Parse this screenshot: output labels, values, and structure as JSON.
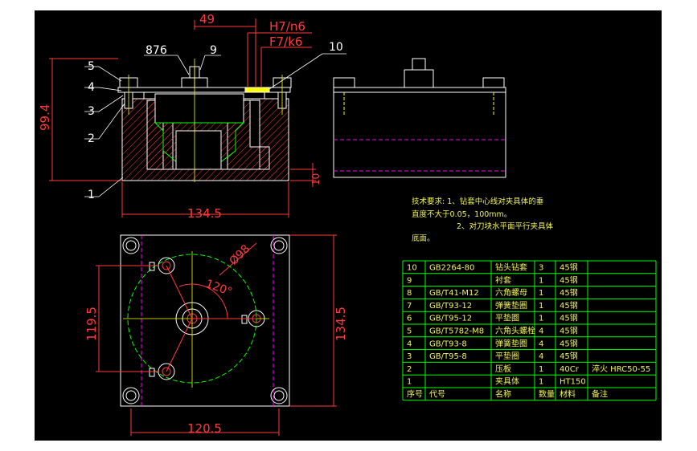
{
  "colors": {
    "background": "#000000",
    "outline": "#ffffff",
    "dimension": "#ff3b3b",
    "hatch": "#ff3b3b",
    "center_line": "#ffff00",
    "hidden_line": "#ff00ff",
    "table_line": "#00ff00",
    "text": "#f2f25a"
  },
  "front_view": {
    "dims": {
      "top_width": "49",
      "fit_1": "H7/n6",
      "fit_2": "F7/k6",
      "height": "99.4",
      "width": "134.5",
      "base": "10"
    },
    "callouts": {
      "c1": "1",
      "c2": "2",
      "c3": "3",
      "c4": "4",
      "c5": "5",
      "c876": "876",
      "c9": "9",
      "c10": "10"
    }
  },
  "top_view": {
    "dims": {
      "diameter": "Ø98",
      "angle": "120°",
      "height_left": "119.5",
      "height_right": "134.5",
      "width": "120.5"
    }
  },
  "notes": {
    "line1": "技术要求: 1、钻套中心线对夹具体的垂",
    "line2": "直度不大于0.05，100mm。",
    "line3": "2、对刀块水平面平行夹具体",
    "line4": "底面。"
  },
  "table": {
    "headers": {
      "seq": "序号",
      "code": "代号",
      "name": "名称",
      "qty": "数量",
      "material": "材料",
      "remark": "备注"
    },
    "rows": [
      {
        "seq": "10",
        "code": "GB2264-80",
        "name": "钻头钻套",
        "qty": "3",
        "material": "45钢",
        "remark": ""
      },
      {
        "seq": "9",
        "code": "",
        "name": "衬套",
        "qty": "1",
        "material": "45钢",
        "remark": ""
      },
      {
        "seq": "8",
        "code": "GB/T41-M12",
        "name": "六角螺母",
        "qty": "1",
        "material": "45钢",
        "remark": ""
      },
      {
        "seq": "7",
        "code": "GB/T93-12",
        "name": "弹簧垫圈",
        "qty": "1",
        "material": "45钢",
        "remark": ""
      },
      {
        "seq": "6",
        "code": "GB/T95-12",
        "name": "平垫圈",
        "qty": "1",
        "material": "45钢",
        "remark": ""
      },
      {
        "seq": "5",
        "code": "GB/T5782-M8",
        "name": "六角头螺栓",
        "qty": "4",
        "material": "45钢",
        "remark": ""
      },
      {
        "seq": "4",
        "code": "GB/T93-8",
        "name": "弹簧垫圈",
        "qty": "4",
        "material": "45钢",
        "remark": ""
      },
      {
        "seq": "3",
        "code": "GB/T95-8",
        "name": "平垫圈",
        "qty": "4",
        "material": "45钢",
        "remark": ""
      },
      {
        "seq": "2",
        "code": "",
        "name": "压板",
        "qty": "1",
        "material": "40Cr",
        "remark": "淬火 HRC50-55"
      },
      {
        "seq": "1",
        "code": "",
        "name": "夹具体",
        "qty": "1",
        "material": "HT150",
        "remark": ""
      }
    ]
  }
}
